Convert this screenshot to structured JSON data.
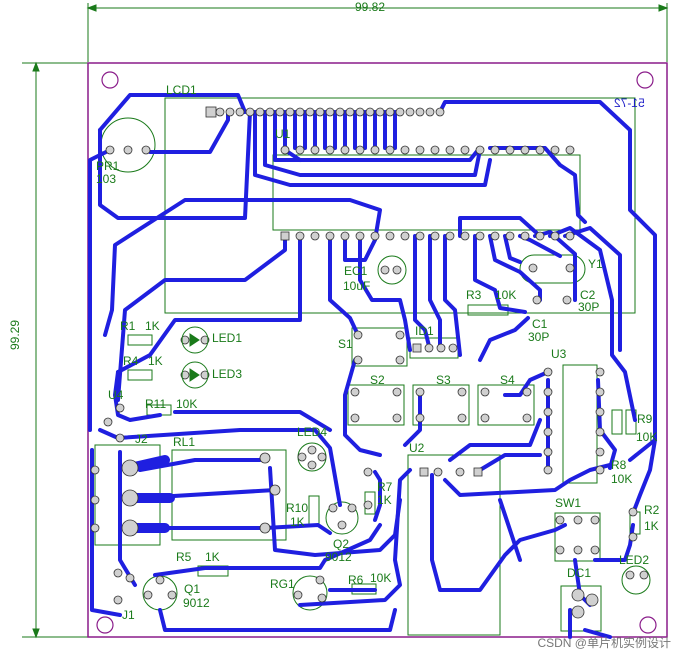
{
  "dimensions": {
    "width_label": "99.82",
    "height_label": "99.29"
  },
  "mirror_text": "51-72",
  "components": {
    "lcd1": "LCD1",
    "pr1": "PR1",
    "pr1_val": "103",
    "u1": "U1",
    "ec1": "EC1",
    "ec1_val": "10uF",
    "y1": "Y1",
    "r3": "R3",
    "r3_val": "10K",
    "c1": "C1",
    "c1_val": "30P",
    "c2": "C2",
    "c2_val": "30P",
    "r1": "R1",
    "r1_val": "1K",
    "led1": "LED1",
    "r4": "R4",
    "r4_val": "1K",
    "led3": "LED3",
    "s1": "S1",
    "id1": "ID1",
    "s2": "S2",
    "s3": "S3",
    "s4": "S4",
    "u3": "U3",
    "u4": "U4",
    "r11": "R11",
    "r11_val": "10K",
    "j2": "J2",
    "rl1": "RL1",
    "led4": "LED4",
    "r9": "R9",
    "r9_val": "10K",
    "r8": "R8",
    "r8_val": "10K",
    "u2": "U2",
    "r10": "R10",
    "r10_val": "1K",
    "r7": "R7",
    "r7_val": "1K",
    "q2": "Q2",
    "q2_val": "9012",
    "sw1": "SW1",
    "r2": "R2",
    "r2_val": "1K",
    "r5": "R5",
    "r5_val": "1K",
    "q1": "Q1",
    "q1_val": "9012",
    "rg1": "RG1",
    "r6": "R6",
    "r6_val": "10K",
    "led2": "LED2",
    "dc1": "DC1",
    "j1": "J1"
  },
  "watermark": "CSDN @单片机实例设计",
  "colors": {
    "board_outline": "#8a1c8a",
    "trace": "#1f1fe0",
    "silk": "#1a7a1a",
    "pad": "#c8c8c8"
  }
}
